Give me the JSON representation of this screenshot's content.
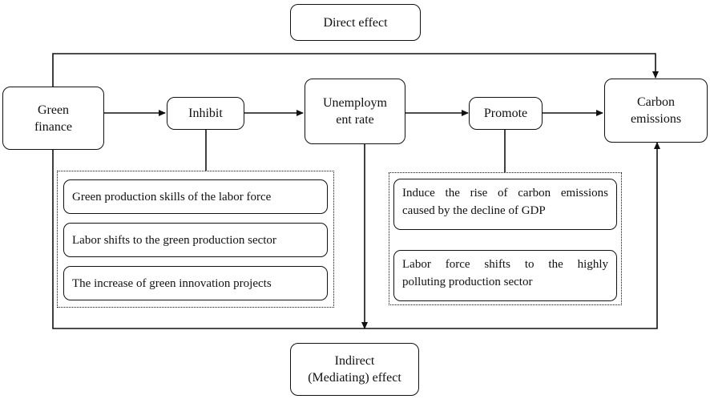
{
  "nodes": {
    "direct_effect": "Direct effect",
    "green_finance": [
      "Green",
      "finance"
    ],
    "inhibit": "Inhibit",
    "unemployment_rate": [
      "Unemploym",
      "ent rate"
    ],
    "promote": "Promote",
    "carbon_emissions": [
      "Carbon",
      "emissions"
    ],
    "indirect_effect": [
      "Indirect",
      "(Mediating) effect"
    ]
  },
  "inhibit_mechanisms": [
    "Green production skills of the labor force",
    "Labor shifts to the green production sector",
    "The increase of green innovation projects"
  ],
  "promote_mechanisms": [
    [
      "Induce the rise of carbon emissions",
      "caused by the decline of GDP"
    ],
    [
      "Labor force shifts to the highly",
      "polluting production sector"
    ]
  ]
}
